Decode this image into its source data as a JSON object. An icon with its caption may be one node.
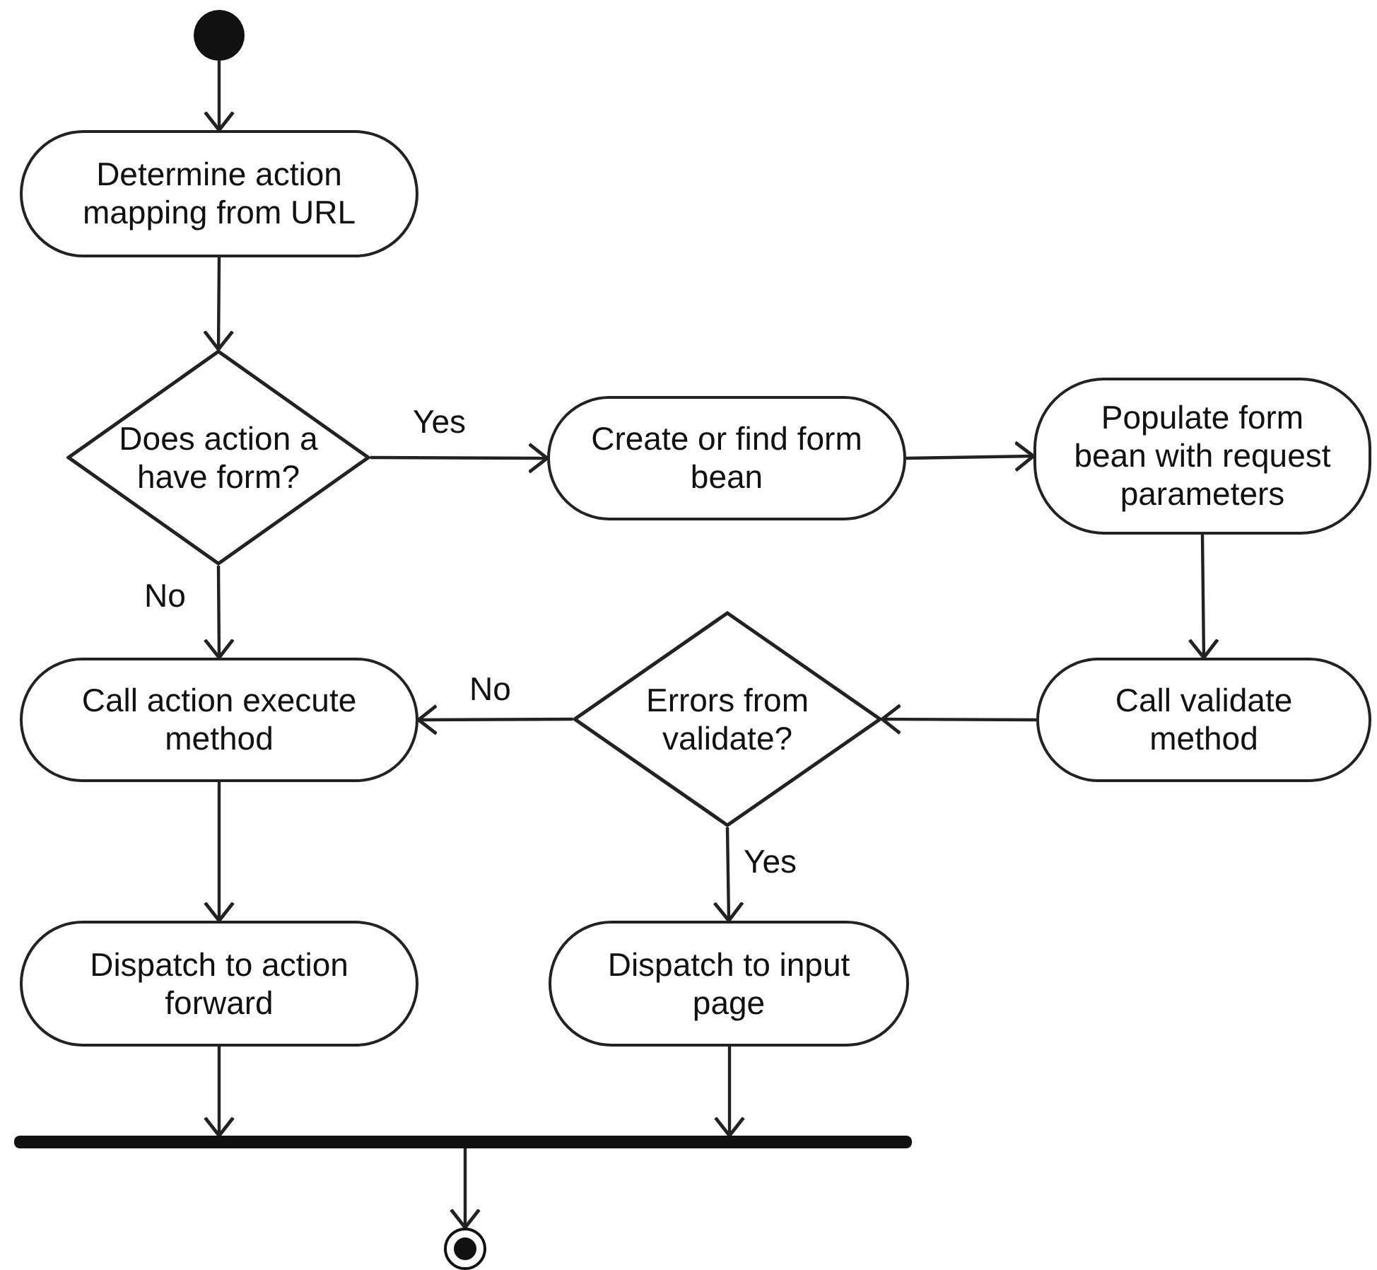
{
  "diagram": {
    "nodes": [
      {
        "text": [],
        "shape": "circle"
      },
      {
        "text": [
          "Determine action mapping from URL"
        ]
      },
      {
        "text": [
          "Does action a have form?"
        ]
      },
      {
        "text": [
          "Create or find form bean"
        ]
      },
      {
        "text": [
          "Populate form bean with request parameters"
        ]
      },
      {
        "text": [
          "Call validate method"
        ]
      },
      {
        "text": [
          "Errors from validate?"
        ]
      },
      {
        "text": [
          "Call action execute method"
        ]
      },
      {
        "text": [
          "Dispatch to action forward"
        ]
      },
      {
        "text": [
          "Dispatch to input page"
        ]
      },
      {
        "text": [],
        "shape": "bar"
      },
      {
        "text": [],
        "shape": "bullseye"
      }
    ],
    "edges": [
      {
        "from": 0,
        "to": 1,
        "arrow": "to"
      },
      {
        "from": 1,
        "to": 2,
        "arrow": "to"
      },
      {
        "from": 2,
        "to": 3,
        "arrow": "to",
        "label": "Yes"
      },
      {
        "from": 3,
        "to": 4,
        "arrow": "to"
      },
      {
        "from": 4,
        "to": 5,
        "arrow": "to"
      },
      {
        "from": 5,
        "to": 6,
        "arrow": "to"
      },
      {
        "from": 6,
        "to": 7,
        "arrow": "to",
        "label": "No"
      },
      {
        "from": 2,
        "to": 7,
        "arrow": "to",
        "label": "No"
      },
      {
        "from": 6,
        "to": 9,
        "arrow": "to",
        "label": "Yes"
      },
      {
        "from": 7,
        "to": 8,
        "arrow": "to"
      },
      {
        "from": 8,
        "to": 10,
        "arrow": "to"
      },
      {
        "from": 9,
        "to": 10,
        "arrow": "to"
      },
      {
        "from": 10,
        "to": 11,
        "arrow": "to"
      }
    ]
  }
}
